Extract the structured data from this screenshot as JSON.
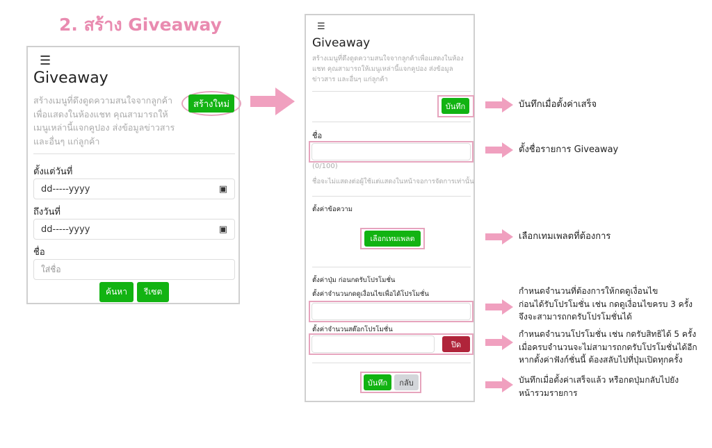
{
  "heading": "2. สร้าง Giveaway",
  "list_screen": {
    "title": "Giveaway",
    "description": [
      "สร้างเมนูที่ดึงดูดความสนใจจากลูกค้า",
      "เพื่อแสดงในห้องแชท คุณสามารถให้",
      "เมนูเหล่านี้แจกคูปอง ส่งข้อมูลข่าวสาร",
      "และอื่นๆ แก่ลูกค้า"
    ],
    "create_button": "สร้างใหม่",
    "from_date_label": "ตั้งแต่วันที่",
    "from_date_value": "dd-----yyyy",
    "to_date_label": "ถึงวันที่",
    "to_date_value": "dd-----yyyy",
    "name_label": "ชื่อ",
    "name_placeholder": "ใส่ชื่อ",
    "search_button": "ค้นหา",
    "reset_button": "รีเซต"
  },
  "form_screen": {
    "title": "Giveaway",
    "description": [
      "สร้างเมนูที่ดึงดูดความสนใจจากลูกค้าเพื่อแสดงในห้อง",
      "แชท คุณสามารถให้เมนูเหล่านี้แจกคูปอง ส่งข้อมูล",
      "ข่าวสาร และอื่นๆ แก่ลูกค้า"
    ],
    "save_button_top": "บันทึก",
    "name_label": "ชื่อ",
    "name_counter": "(0/100)",
    "name_hint": "ชื่อจะไม่แสดงต่อผู้ใช้แต่แสดงในหน้าจอการจัดการเท่านั้น",
    "message_section": "ตั้งค่าข้อความ",
    "template_button": "เลือกเทมเพลต",
    "button_section": "ตั้งค่าปุ่ม ก่อนกดรับโปรโมชั่น",
    "condition_count_label": "ตั้งค่าจำนวนกดดูเงื่อนไขเพื่อได้โปรโมชั่น",
    "stock_label": "ตั้งค่าจำนวนสต๊อกโปรโมชั่น",
    "toggle_button": "ปิด",
    "save_button": "บันทึก",
    "back_button": "กลับ"
  },
  "annotations": [
    [
      "บันทึกเมื่อตั้งค่าเสร็จ"
    ],
    [
      "ตั้งชื่อรายการ Giveaway"
    ],
    [
      "เลือกเทมเพลตที่ต้องการ"
    ],
    [
      "กำหนดจำนวนที่ต้องการให้กดดูเงื่อนไข",
      "ก่อนได้รับโปรโมชั่น เช่น กดดูเงื่อนไขครบ 3 ครั้ง",
      "จึงจะสามารถกดรับโปรโมชั่นได้"
    ],
    [
      "กำหนดจำนวนโปรโมชั่น เช่น กดรับสิทธิได้ 5 ครั้ง",
      "เมื่อครบจำนวนจะไม่สามารถกดรับโปรโมชั่นได้อีก",
      "หากตั้งค่าฟังก์ชั่นนี้ ต้องสลับไปที่ปุ่มเปิดทุกครั้ง"
    ],
    [
      "บันทึกเมื่อตั้งค่าเสร็จแล้ว หรือกดปุ่มกลับไปยัง",
      "หน้ารวมรายการ"
    ]
  ],
  "colors": {
    "accent_pink": "#e98bb0",
    "green": "#12b312",
    "red": "#b0243a"
  }
}
